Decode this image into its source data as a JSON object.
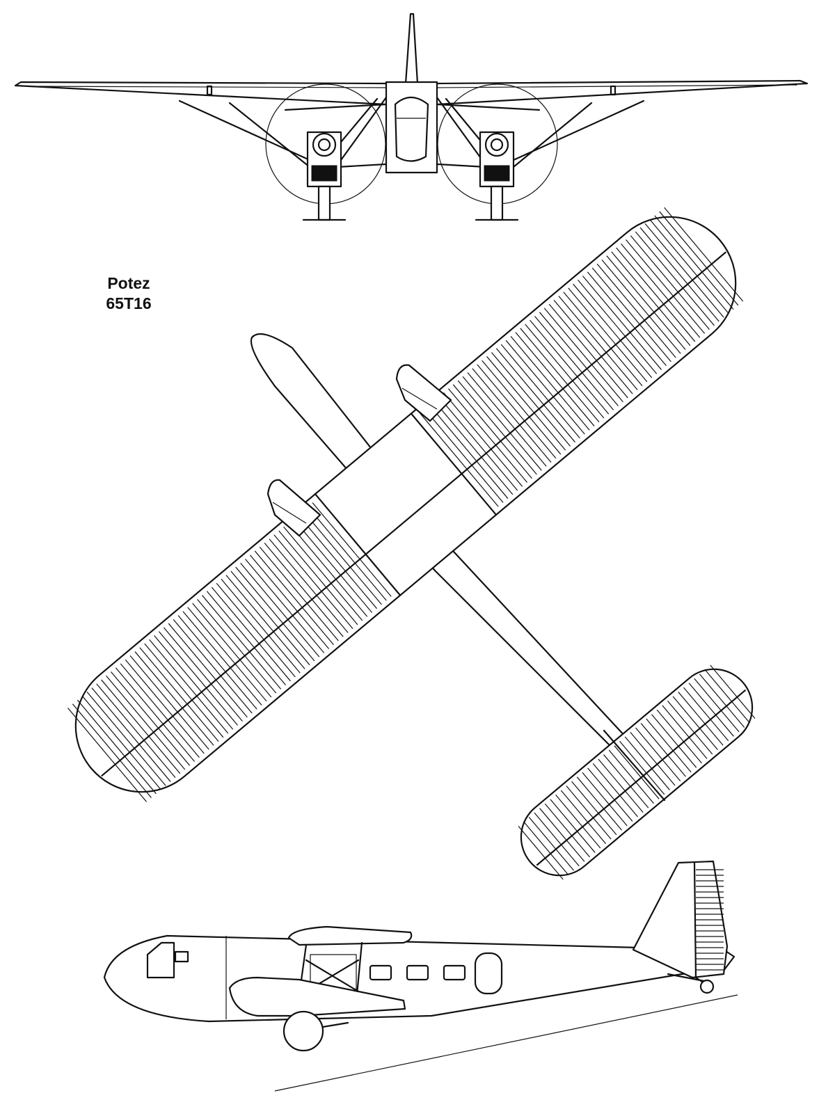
{
  "drawing": {
    "caption": {
      "line1": "Potez",
      "line2": "65T16"
    },
    "views": [
      "front-view",
      "top-view",
      "side-view"
    ],
    "line_color": "#111111",
    "background": "#ffffff"
  }
}
